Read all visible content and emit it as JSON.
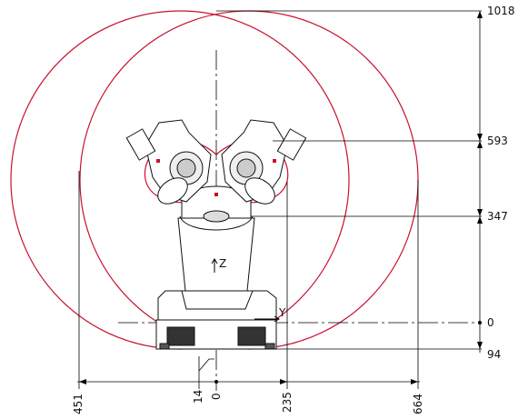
{
  "colors": {
    "reach_envelope": "#c8102e",
    "robot_outline": "#111111",
    "dimension_line": "#000000",
    "background": "#ffffff"
  },
  "vertical_dimensions": [
    "1018",
    "593",
    "347",
    "0",
    "94"
  ],
  "horizontal_dimensions": [
    "451",
    "14",
    "0",
    "235",
    "664"
  ],
  "axis_labels": {
    "z": "Z",
    "y": "Y"
  }
}
